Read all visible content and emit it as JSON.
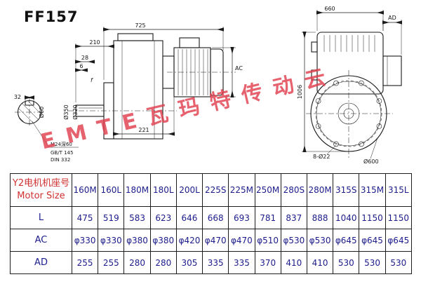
{
  "title": "FF157",
  "watermark": {
    "text": "EMTE瓦玛特传动云",
    "color": "#e23c4c"
  },
  "drawing": {
    "side_view": {
      "overall_width": "725",
      "dim_210": "210",
      "dim_28": "28",
      "dim_6": "6",
      "surface_mark": "f",
      "motor_dia": "AC",
      "dim_221": "221",
      "flange_spigot": "Ø350",
      "flange_bore": "Ø320"
    },
    "shaft_section": {
      "key_width": "32",
      "shaft_dia": "Ø60",
      "center_tap": "M24深60",
      "standard_gb": "GB/T 145",
      "standard_din": "DIN 332"
    },
    "front_view": {
      "overall_width": "660",
      "terminal_box_dim": "AD",
      "overall_height": "1006",
      "bolt_holes": "8-Ø22",
      "flange_dia": "Ø600"
    }
  },
  "table": {
    "header": {
      "cn": "Y2电机机座号",
      "en": "Motor Size"
    },
    "columns": [
      "160M",
      "160L",
      "180M",
      "180L",
      "200L",
      "225S",
      "225M",
      "250M",
      "280S",
      "280M",
      "315S",
      "315M",
      "315L"
    ],
    "rows": [
      {
        "label": "L",
        "values": [
          "475",
          "519",
          "583",
          "623",
          "646",
          "668",
          "693",
          "781",
          "837",
          "888",
          "1040",
          "1150",
          "1150"
        ]
      },
      {
        "label": "AC",
        "values": [
          "φ330",
          "φ330",
          "φ380",
          "φ380",
          "φ420",
          "φ470",
          "φ470",
          "φ510",
          "φ530",
          "φ530",
          "φ645",
          "φ645",
          "φ645"
        ]
      },
      {
        "label": "AD",
        "values": [
          "255",
          "255",
          "280",
          "280",
          "305",
          "335",
          "335",
          "370",
          "410",
          "410",
          "530",
          "530",
          "530"
        ]
      }
    ]
  }
}
